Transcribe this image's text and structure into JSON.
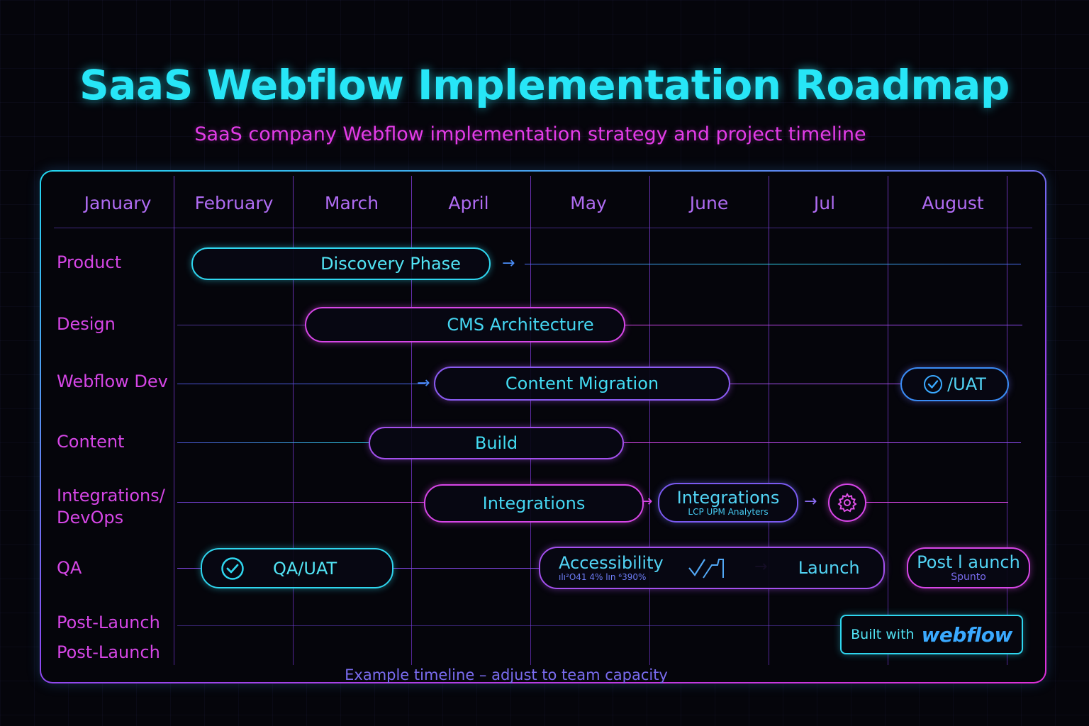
{
  "title": "SaaS Webflow Implementation Roadmap",
  "subtitle": "SaaS company Webflow implementation strategy and project timeline",
  "months": [
    "January",
    "February",
    "March",
    "April",
    "May",
    "June",
    "Jul",
    "August"
  ],
  "rows": {
    "product": "Product",
    "design": "Design",
    "webflow_dev": "Webflow Dev",
    "content": "Content",
    "integrations_1": "Integrations/",
    "integrations_2": "DevOps",
    "qa": "QA",
    "post_launch_1": "Post-Launch",
    "post_launch_2": "Post-Launch"
  },
  "tasks": {
    "discovery": "Discovery Phase",
    "cms": "CMS Architecture",
    "migration": "Content Migration",
    "uat_badge": "/UAT",
    "build": "Build",
    "integrations": "Integrations",
    "integrations2_title": "Integrations",
    "integrations2_sub": "LCP   UPM   Analyters",
    "qa_uat": "QA/UAT",
    "accessibility_title": "Accessibility",
    "accessibility_sub": "ılı²O41 4%    lın ⁶390%",
    "launch": "Launch",
    "post_launch_title": "Post l aunch",
    "post_launch_sub": "Spunto"
  },
  "footnote": "Example timeline – adjust to team capacity",
  "built": {
    "label": "Built with",
    "brand": "webflow"
  },
  "colors": {
    "cyan": "#27e6f7",
    "magenta": "#e33ce8",
    "violet": "#8a4af0",
    "blue": "#6a6cf2"
  }
}
